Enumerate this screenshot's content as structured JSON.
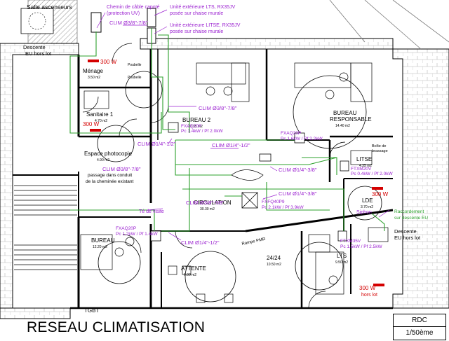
{
  "title": "RESEAU CLIMATISATION",
  "cartouche": {
    "level": "RDC",
    "scale": "1/50ème"
  },
  "colors": {
    "wall": "#000000",
    "hatch": "#9a9a9a",
    "pipe_green": "#2ca02c",
    "annot_purple": "#9a1fd0",
    "power_red": "#d40000",
    "text": "#000000"
  },
  "top_notes": {
    "outdoor_room": "Salle ascenseurs",
    "cable": "Chemin de câble capoté",
    "cable2": "(protection UV)",
    "unit1": "Unité extérieure LTS, RX35JV",
    "unit1b": "posée sur chaise murale",
    "unit2": "Unité extérieure LITSE, RX35JV",
    "unit2b": "posée sur chaise murale",
    "clim_top": "CLIM Ø3/8\"-7/8\""
  },
  "left_notes": {
    "descente": "Descente",
    "descente2": "EU  hors lot",
    "power1": "300 W",
    "power2": "300 W"
  },
  "rooms": {
    "menage": "Ménage",
    "menage_area": "3.50 m2",
    "sanitaire": "Sanitaire 1",
    "sanitaire_area": "4.70 m2",
    "photocopie": "Espace photocopie",
    "photocopie_area": "4.90 m2",
    "bureau2": "BUREAU 2",
    "bureau2_area": "17.35 m2",
    "responsable": "BUREAU",
    "responsable2": "RESPONSABLE",
    "responsable_area": "14.40 m2",
    "litse": "LITSE",
    "litse_area": "4.35 m2",
    "lde": "LDE",
    "lde_area": "3.70 m2",
    "circulation": "CIRCULATION",
    "circulation_area": "30.30 m2",
    "bureau": "BUREAU",
    "bureau_area": "12.20 m2",
    "attente": "ATTENTE",
    "attente_area": "6.00 m2",
    "g2424": "24/24",
    "g2424_area": "10.50 m2",
    "lts": "LTS",
    "lts_area": "9.50 m2",
    "tgbt": "TGBT",
    "boite": "Boîte de",
    "boite2": "brassage",
    "poubelle1": "Poubelle",
    "poubelle2": "Poubelle"
  },
  "units": {
    "u1": "FXAQ20P",
    "u1pc": "Pc 1.4kW / Pf 2.0kW",
    "u2": "FXAQ20P",
    "u2pc": "Pc 1.6kW / Pf 2.2kW",
    "u3": "FTXM20V",
    "u3pc": "Pc 0.4kW / Pf 2.0kW",
    "u4": "FXFQ40P9",
    "u4pc": "Pc 2.1kW / Pf 3.9kW",
    "u5": "FXAQ20P",
    "u5pc": "Pc 1.2kW / Pf 1.4kW",
    "u6": "FTXM35V",
    "u6pc": "Pc 1.5kW / Pf 2.5kW"
  },
  "pipes": {
    "c1": "CLIM Ø3/8\"-7/8\"",
    "c2": "CLIM Ø1/4\"-1/2\"",
    "c3": "CLIM Ø1/4\"-1/2\"",
    "c4": "CLIM Ø3/8\"-7/8\"",
    "c4b": "passage dans conduit",
    "c4c": "de la cheminée existant",
    "c5": "CLIM Ø1/4\"-3/8\"",
    "c6": "CLIM Ø1/4\"-3/8\"",
    "c7": "CLIM Ø3/8\"-7/8\"",
    "c8": "CLIM Ø1/4\"-1/2\"",
    "tevisite": "Té de visite",
    "siphon": "Siphon",
    "raccord": "Raccordement",
    "raccord2": "sur descente EU",
    "descente3": "Descente",
    "descente4": "EU  hors lot",
    "power3": "300 W",
    "power4": "300 W",
    "power4b": "hors lot",
    "ramp": "Rampe PMR"
  }
}
